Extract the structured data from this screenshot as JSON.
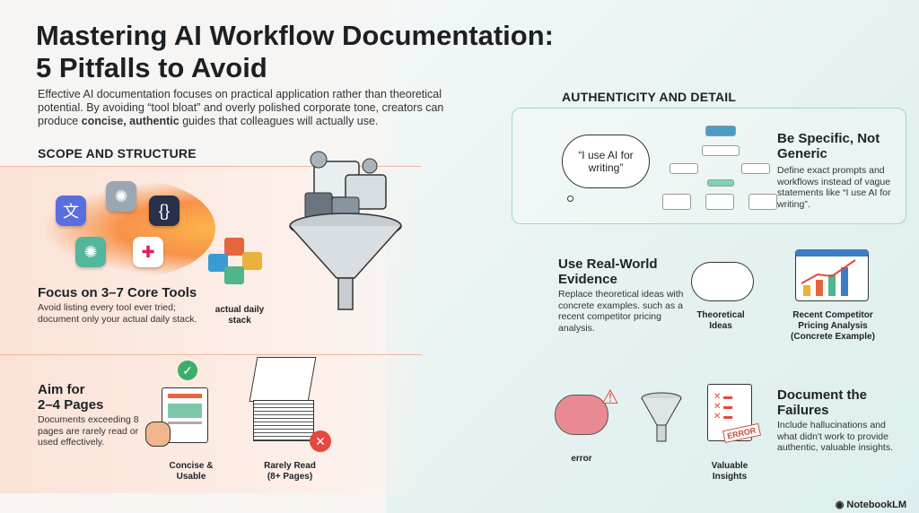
{
  "title_line1": "Mastering AI Workflow Documentation:",
  "title_line2": "5 Pitfalls to Avoid",
  "intro": {
    "part1": "Effective AI documentation focuses on practical application rather than theoretical potential. By avoiding “tool bloat” and overly polished corporate tone, creators can produce ",
    "bold1": "concise, authentic",
    "part2": " guides that colleagues will actually use."
  },
  "left": {
    "section_title": "SCOPE AND STRUCTURE",
    "tools": {
      "heading": "Focus on 3–7 Core Tools",
      "body": "Avoid listing every tool ever tried; document only your actual daily stack.",
      "caption": "actual daily stack"
    },
    "pages": {
      "heading_line1": "Aim for",
      "heading_line2": "2–4 Pages",
      "body": "Documents exceeding 8 pages are rarely read or used effectively.",
      "caption_good": "Concise & Usable",
      "caption_bad": "Rarely Read (8+ Pages)"
    }
  },
  "right": {
    "section_title": "AUTHENTICITY AND DETAIL",
    "specific": {
      "heading": "Be Specific, Not Generic",
      "body": "Define exact prompts and workflows instead of vague statements like “I use AI for writing”.",
      "cloud_quote": "“I use AI for writing”"
    },
    "evidence": {
      "heading": "Use Real-World Evidence",
      "body": "Replace theoretical ideas with concrete examples. such as a recent competitor pricing analysis.",
      "caption_theory": "Theoretical Ideas",
      "caption_concrete": "Recent Competitor Pricing Analysis (Concrete Example)"
    },
    "failures": {
      "heading": "Document the Failures",
      "body": "Include hallucinations and what didn't work to provide authentic, valuable insights.",
      "caption_error": "error",
      "caption_insights": "Valuable Insights",
      "stamp": "ERROR"
    }
  },
  "brand": "NotebookLM",
  "colors": {
    "accent_peach": "#f0b7a0",
    "accent_teal": "#9fd6d2"
  }
}
